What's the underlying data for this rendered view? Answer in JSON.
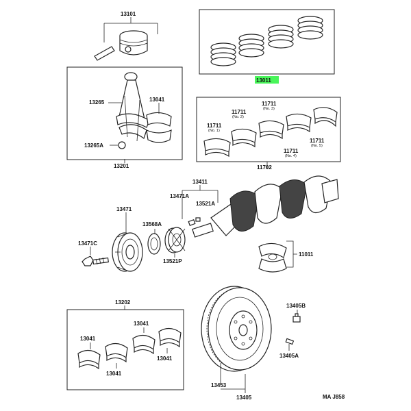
{
  "diagram_code": "MA J858",
  "highlight_color": "#49f55a",
  "parts": {
    "piston": "13101",
    "piston_ring_set": "13011",
    "connecting_rod_assy": "13201",
    "rod_bolt": "13265",
    "rod_nut": "13265A",
    "rod_bearing": "13041",
    "main_bearing_set": "11702",
    "main_bearing": "11711",
    "crankshaft_group": "13411",
    "key_a": "13471A",
    "key_b": "13521A",
    "crank_pulley": "13471",
    "pulley_bolt": "13471C",
    "oil_slinger": "13568A",
    "timing_gear": "13521P",
    "thrust_washer": "11011",
    "rod_bearing_set": "13202",
    "flywheel_bolt": "13405B",
    "flywheel_pin": "13405A",
    "ring_gear": "13453",
    "flywheel": "13405"
  },
  "bearing_no": {
    "n1": "(No. 1)",
    "n2": "(No. 2)",
    "n3": "(No. 3)",
    "n4": "(No. 4)",
    "n5": "(No. 5)"
  }
}
